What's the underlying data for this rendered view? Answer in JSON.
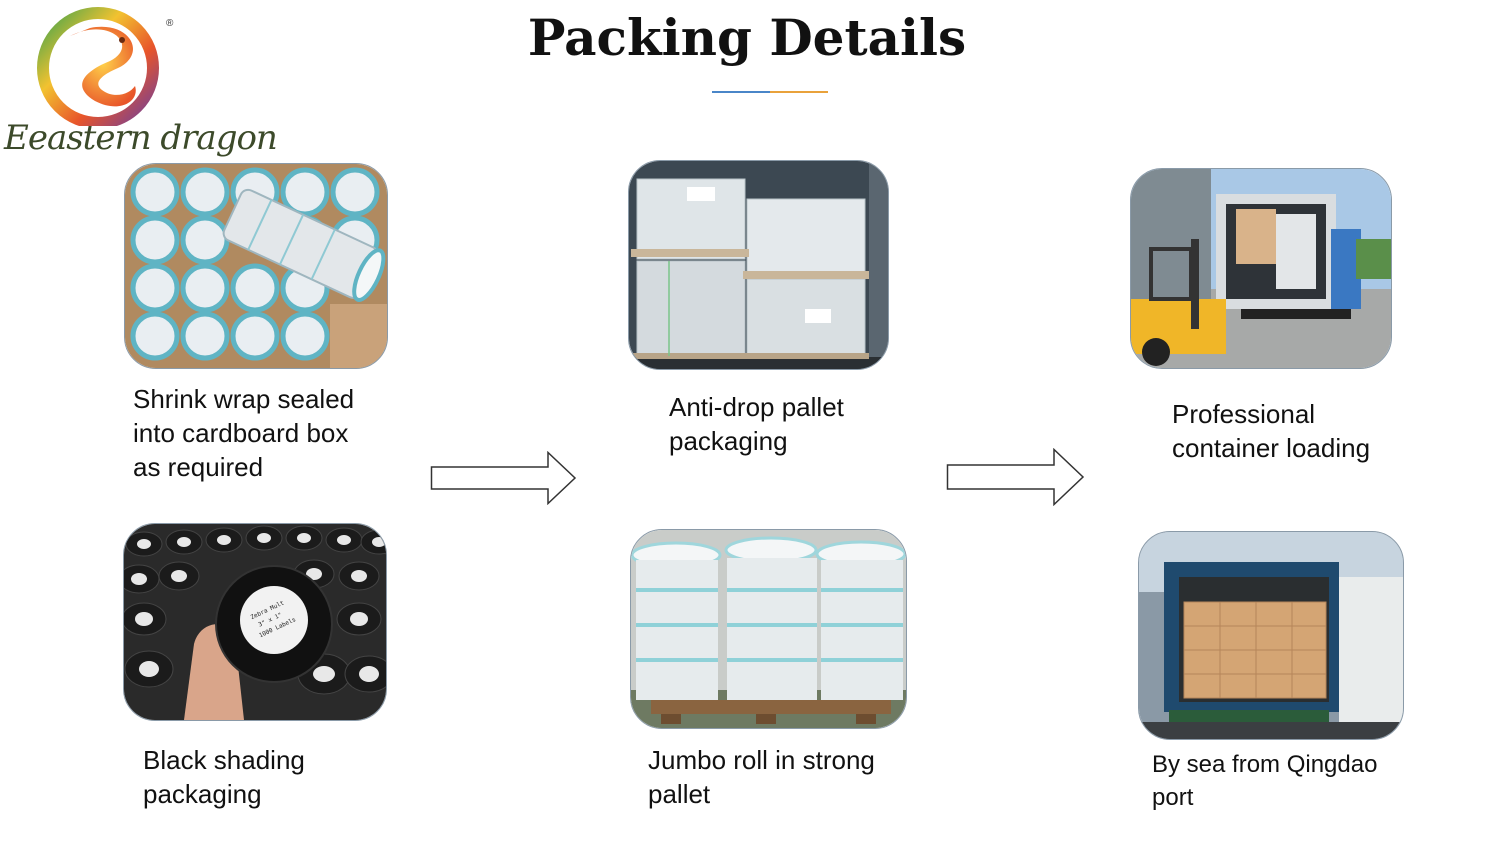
{
  "header": {
    "title": "Packing Details"
  },
  "logo": {
    "brand": "Eeastern dragon",
    "registered_mark": "®"
  },
  "steps": [
    {
      "caption": "Shrink wrap sealed into cardboard box as required",
      "lines": [
        "Shrink wrap sealed",
        "into cardboard box",
        "as required"
      ]
    },
    {
      "caption": "Black shading packaging",
      "lines": [
        "Black shading",
        "packaging"
      ]
    },
    {
      "caption": "Anti-drop pallet packaging",
      "lines": [
        "Anti-drop pallet",
        "packaging"
      ]
    },
    {
      "caption": "Jumbo roll in strong pallet",
      "lines": [
        "Jumbo roll in strong",
        "pallet"
      ]
    },
    {
      "caption": "Professional container loading",
      "lines": [
        "Professional",
        "container loading"
      ]
    },
    {
      "caption": "By sea from Qingdao port",
      "lines": [
        "By sea from Qingdao",
        "port"
      ]
    }
  ],
  "colors": {
    "underline_left": "#4a86c8",
    "underline_right": "#e9a23b",
    "photo_border": "#8a9aa8"
  }
}
